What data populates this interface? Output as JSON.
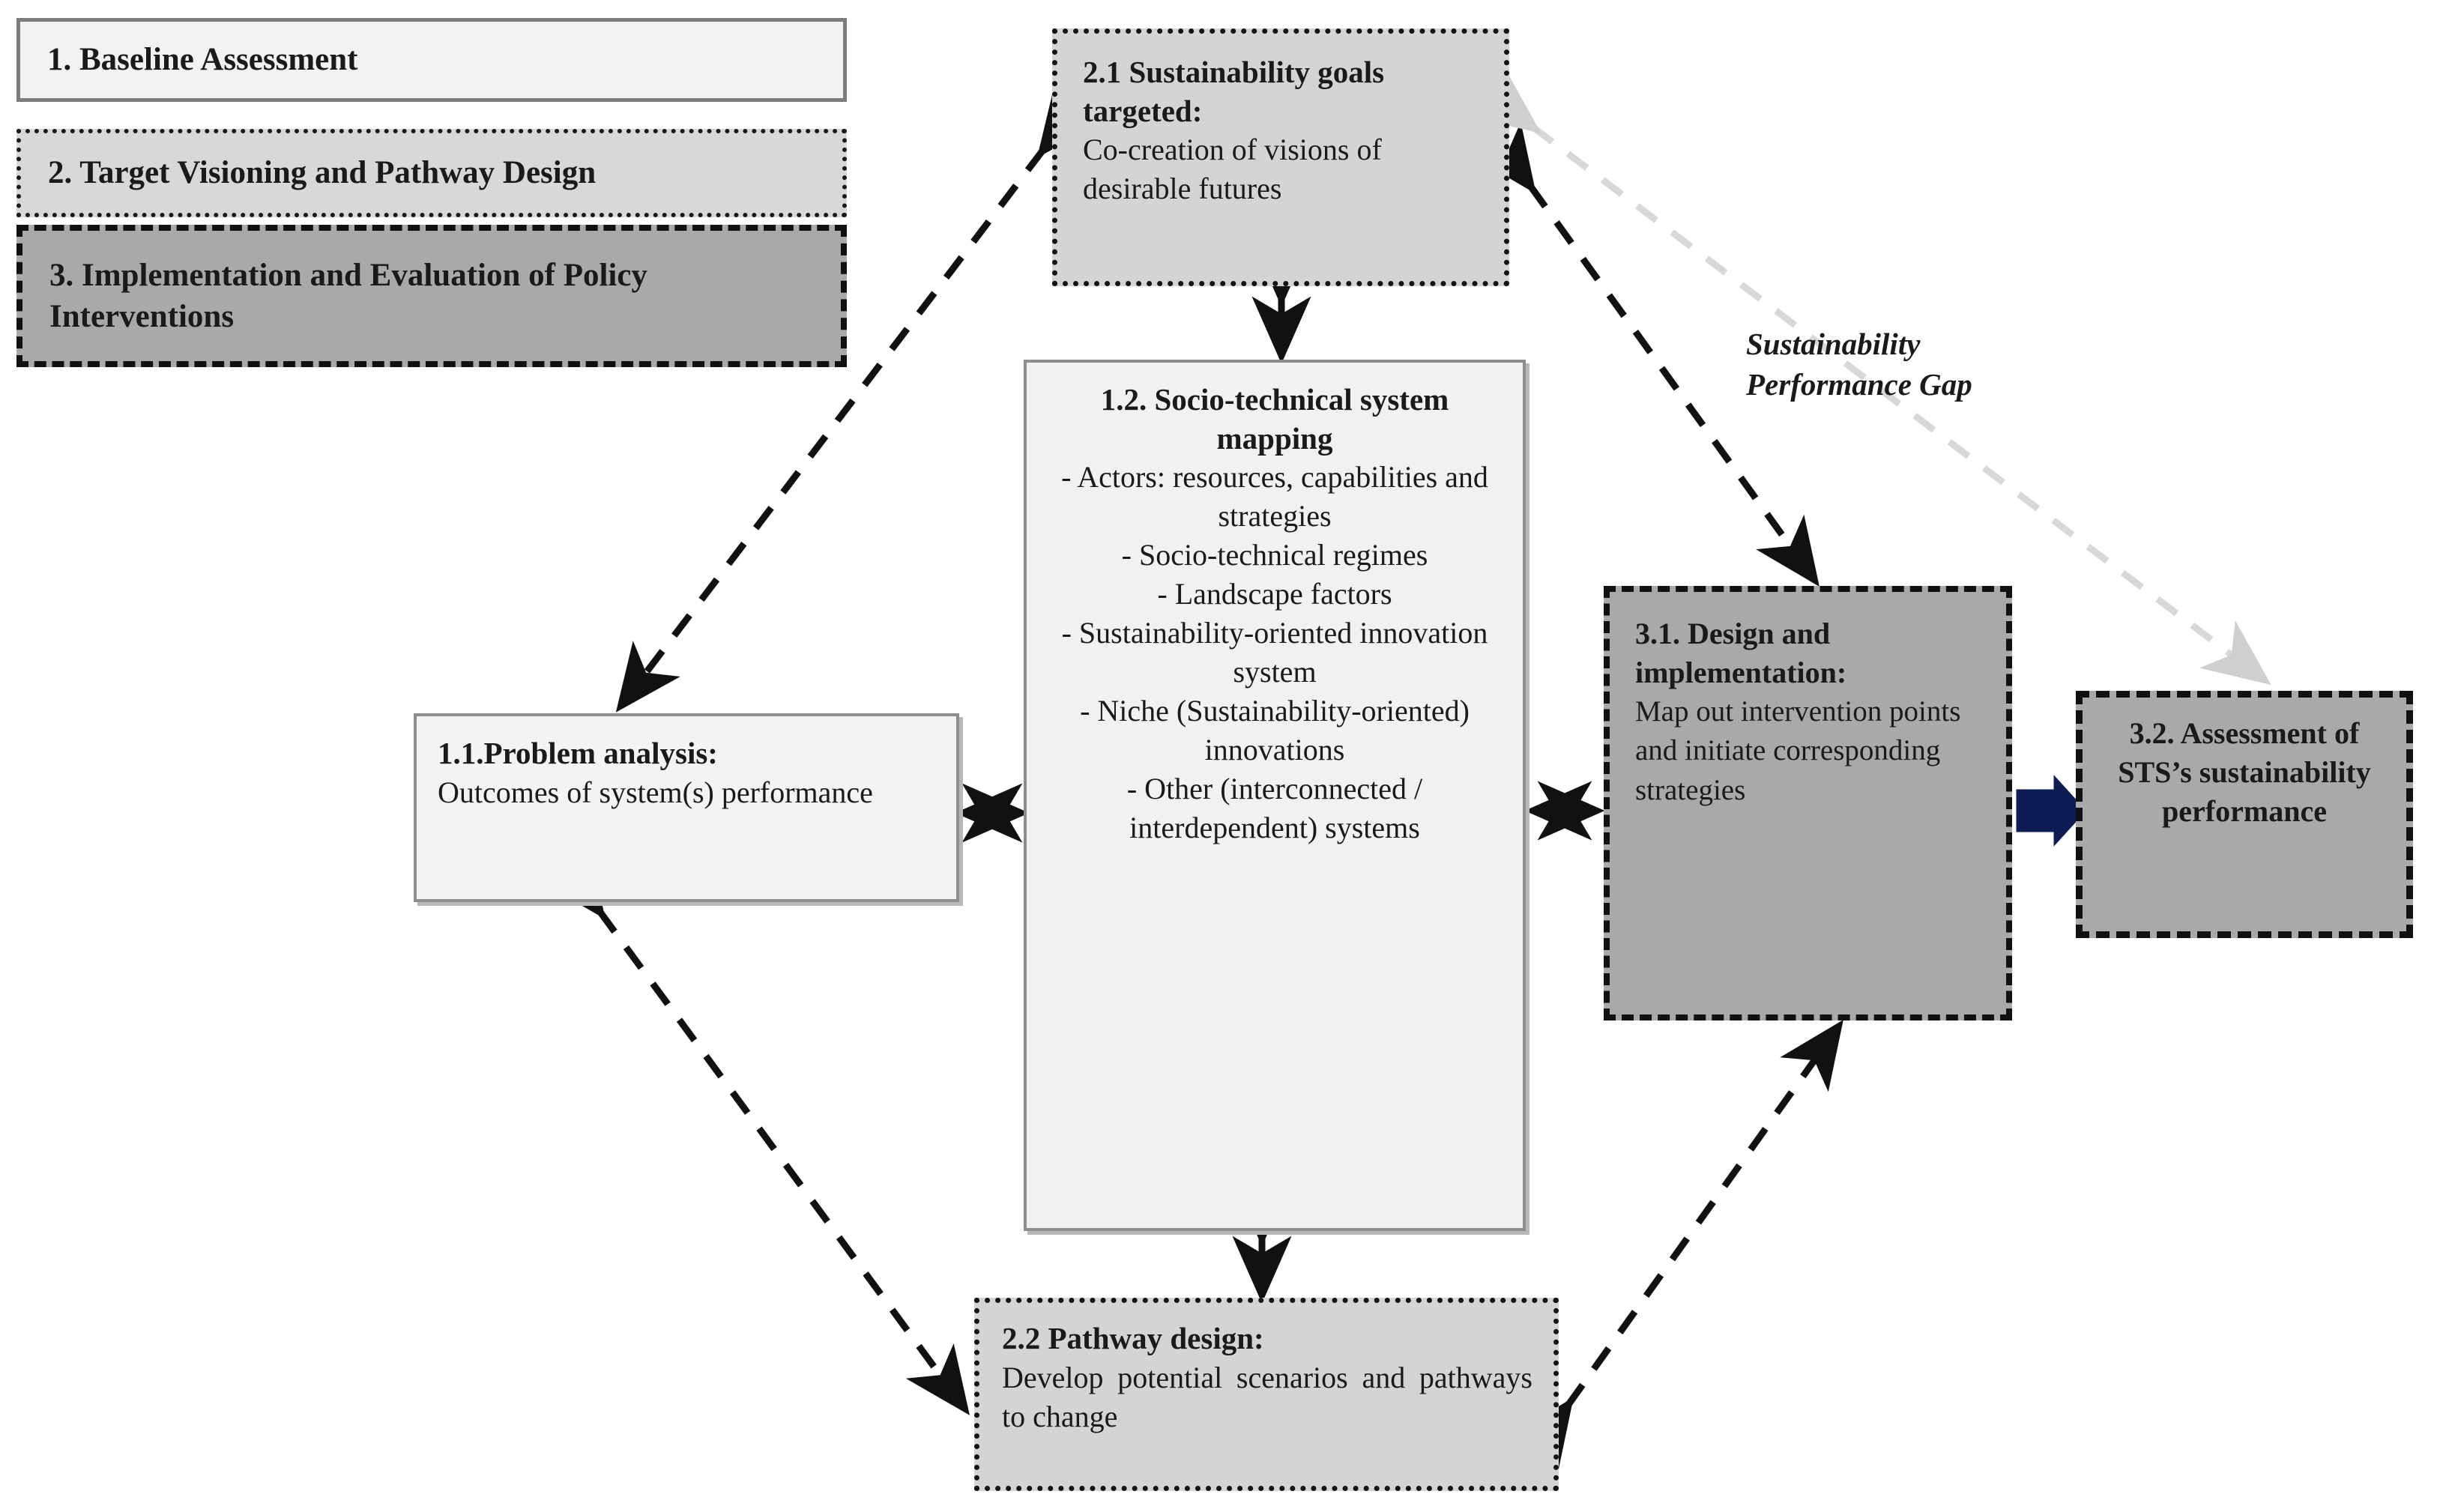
{
  "legend": {
    "items": [
      {
        "id": "baseline-assessment",
        "label": "1. Baseline Assessment",
        "fill": "#f2f2f2",
        "border": "solid"
      },
      {
        "id": "target-visioning",
        "label": "2. Target Visioning and Pathway Design",
        "fill": "#d8d8d8",
        "border": "dotted"
      },
      {
        "id": "implementation-evaluation",
        "label": "3. Implementation and Evaluation of Policy Interventions",
        "fill": "#a9a9a9",
        "border": "dashed"
      }
    ]
  },
  "boxes": {
    "b21": {
      "title": "2.1 Sustainability goals targeted:",
      "body": "Co-creation of visions of desirable futures",
      "fill": "#d4d4d4",
      "border": "dotted"
    },
    "b12": {
      "title": "1.2. Socio-technical system mapping",
      "bullets": [
        "- Actors: resources, capabilities and strategies",
        "- Socio-technical regimes",
        "- Landscape factors",
        "- Sustainability-oriented innovation system",
        "- Niche (Sustainability-oriented) innovations",
        "- Other (interconnected / interdependent) systems"
      ],
      "fill": "#f1f1f1",
      "border": "solid"
    },
    "b11": {
      "title": "1.1.Problem analysis:",
      "body": "Outcomes of system(s) performance",
      "fill": "#f3f3f3",
      "border": "solid"
    },
    "b31": {
      "title": "3.1. Design and implementation:",
      "body": "Map out intervention points and initiate corresponding strategies",
      "fill": "#a9a9a9",
      "border": "dashed"
    },
    "b32": {
      "title": "3.2. Assessment of STS’s sustainability performance",
      "fill": "#a9a9a9",
      "border": "dashed"
    },
    "b22": {
      "title": "2.2 Pathway design:",
      "body": "Develop potential scenarios and pathways to change",
      "fill": "#d4d4d4",
      "border": "dotted"
    }
  },
  "annotations": {
    "gap_line1": "Sustainability",
    "gap_line2": "Performance Gap"
  },
  "colors": {
    "arrow_black": "#111111",
    "arrow_gray": "#d8d8d8",
    "arrow_blue": "#0d1c52",
    "fill_light": "#f2f2f2",
    "fill_mid": "#d4d4d4",
    "fill_dark": "#a9a9a9"
  }
}
